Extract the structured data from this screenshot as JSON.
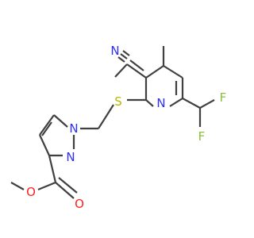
{
  "molecule": {
    "atoms": {
      "nitrile_n": {
        "text": "N",
        "color": "#2e2eff"
      },
      "thio_s": {
        "text": "S",
        "color": "#b8b800"
      },
      "pyridine_n": {
        "text": "N",
        "color": "#2e2eff"
      },
      "fluorine_top": {
        "text": "F",
        "color": "#8cbf3a"
      },
      "fluorine_bottom": {
        "text": "F",
        "color": "#8cbf3a"
      },
      "pyrazole_n1": {
        "text": "N",
        "color": "#2e2eff"
      },
      "pyrazole_n2": {
        "text": "N",
        "color": "#2e2eff"
      },
      "carbonyl_o": {
        "text": "O",
        "color": "#ff2020"
      },
      "ester_o": {
        "text": "O",
        "color": "#ff2020"
      }
    },
    "bond_color": "#404040"
  }
}
